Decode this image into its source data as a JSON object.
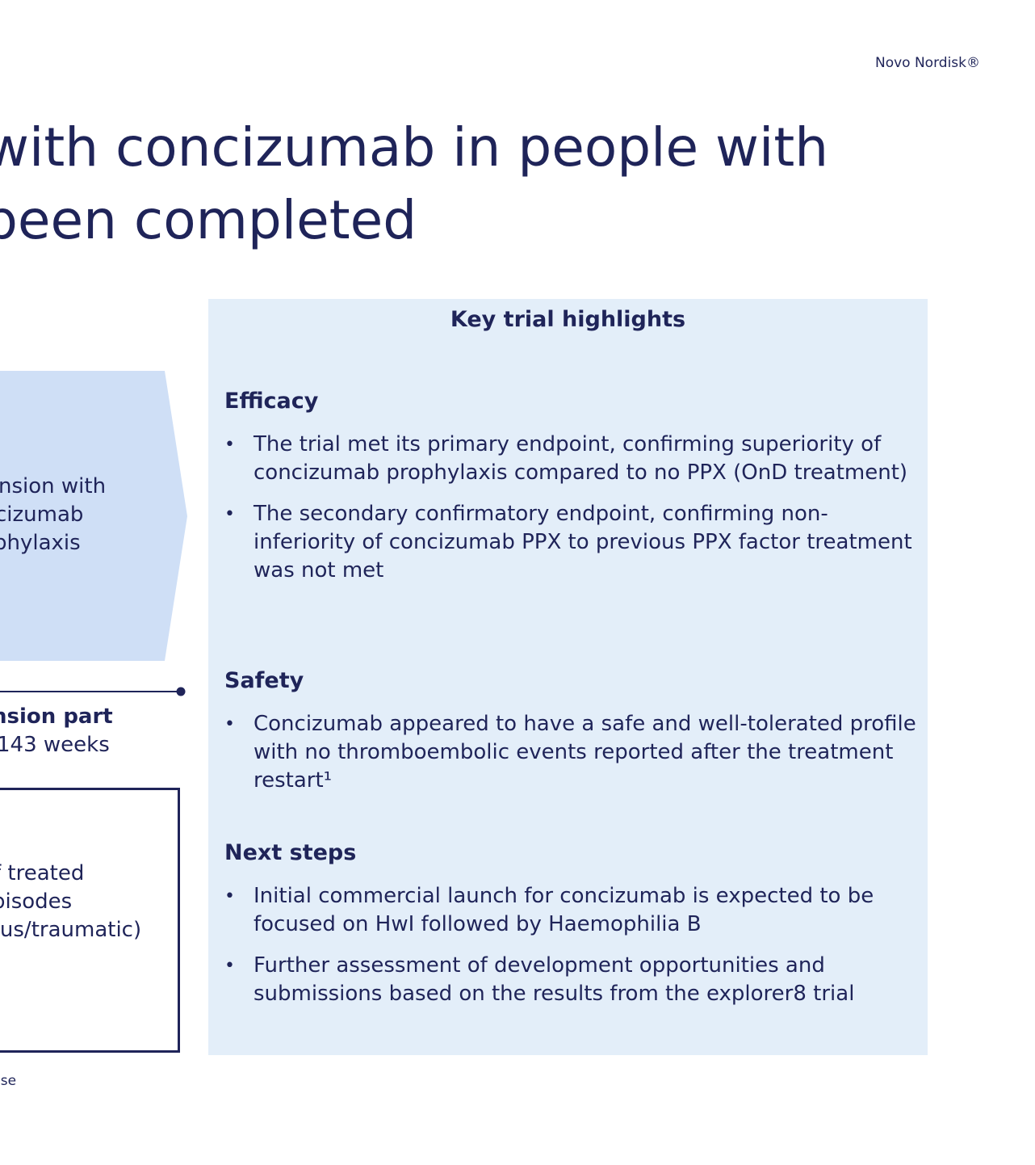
{
  "brand": "Novo Nordisk®",
  "title": {
    "line1": "with concizumab in people with",
    "line2": "been completed"
  },
  "diagram": {
    "arrow_lines": [
      "nsion with",
      "cizumab",
      "phylaxis"
    ],
    "extension": {
      "label": "nsion part",
      "weeks": "143 weeks"
    },
    "box_lines": [
      "f treated",
      "pisodes",
      "ous/traumatic)"
    ],
    "footnote": "use"
  },
  "highlights": {
    "title": "Key trial highlights",
    "efficacy": {
      "heading": "Efficacy",
      "items": [
        "The trial met its primary endpoint, confirming superiority of concizumab prophylaxis compared to no PPX (OnD treatment)",
        "The secondary confirmatory endpoint, confirming non-inferiority of concizumab PPX to previous PPX factor treatment was not met"
      ]
    },
    "safety": {
      "heading": "Safety",
      "items": [
        "Concizumab appeared to have a safe and well-tolerated profile with no thromboembolic events reported after the treatment restart¹"
      ]
    },
    "next_steps": {
      "heading": "Next steps",
      "items": [
        "Initial commercial launch for concizumab is expected to be focused on HwI followed by Haemophilia B",
        "Further assessment of development opportunities and submissions based on the results from the explorer8 trial"
      ]
    }
  },
  "colors": {
    "navy": "#1f2459",
    "panel_bg": "#e3eef9",
    "arrow_fill": "#cfdff6"
  }
}
